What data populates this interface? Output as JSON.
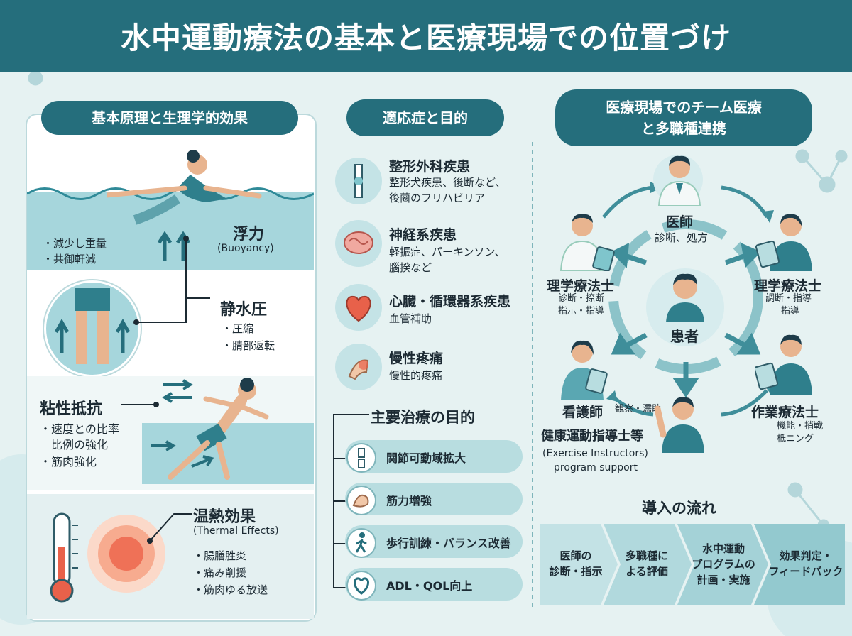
{
  "title": "水中運動療法の基本と医療現場での位置づけ",
  "left": {
    "heading": "基本原理と生理学的効果",
    "buoyancy": {
      "name": "浮力",
      "en": "(Buoyancy)",
      "points": [
        "・減少し重量",
        "・共御軒減"
      ]
    },
    "hydrostatic": {
      "name": "静水圧",
      "points": [
        "・圧縮",
        "・腈部返転"
      ]
    },
    "viscosity": {
      "name": "粘性抵抗",
      "points": [
        "・速度との比率",
        "　比例の強化",
        "・筋肉強化"
      ]
    },
    "thermal": {
      "name": "温熱効果",
      "en": "(Thermal Effects)",
      "points": [
        "・腸膳胜炎",
        "・痛み削援",
        "・筋肉ゆる放送"
      ]
    }
  },
  "middle": {
    "heading": "適応症と目的",
    "indications": [
      {
        "name": "整形外科疾患",
        "desc1": "整形犬疾患、後断など、",
        "desc2": "後蔨のフリハビリア",
        "icon": "joint-icon"
      },
      {
        "name": "神経系疾患",
        "desc1": "軽振症、パーキンソン、",
        "desc2": "腦揆など",
        "icon": "brain-icon"
      },
      {
        "name": "心臓・循環器系疾患",
        "desc1": "血管補助",
        "desc2": "",
        "icon": "heart-icon"
      },
      {
        "name": "慢性疼痛",
        "desc1": "慢性的疼痛",
        "desc2": "",
        "icon": "pain-icon"
      }
    ],
    "purpose_heading": "主要治療の目的",
    "purposes": [
      {
        "label": "関節可動域拡大",
        "icon": "knee-icon"
      },
      {
        "label": "筋力増強",
        "icon": "muscle-icon"
      },
      {
        "label": "歩行訓練・バランス改善",
        "icon": "walking-icon"
      },
      {
        "label": "ADL・QOL向上",
        "icon": "heart-icon"
      }
    ]
  },
  "right": {
    "heading1": "医療現場でのチーム医療",
    "heading2": "と多職種連携",
    "patient": "患者",
    "doctor": {
      "name": "医師",
      "desc": "診断、処方"
    },
    "pt_left": {
      "name": "理学療法士",
      "desc1": "診断・捺断",
      "desc2": "指示・指導"
    },
    "pt_right": {
      "name": "理学療法士",
      "desc1": "調断・指導",
      "desc2": "指導"
    },
    "nurse": {
      "name": "看護師",
      "desc": "観察・濡助"
    },
    "ot": {
      "name": "作業療法士",
      "desc1": "機能・捎戦",
      "desc2": "柢ニング"
    },
    "instructor": {
      "name": "健康運動指導士等",
      "en1": "(Exercise Instructors)",
      "en2": "program support"
    },
    "flow_heading": "導入の流れ",
    "flow": [
      {
        "l1": "医師の",
        "l2": "診断・指示",
        "l3": ""
      },
      {
        "l1": "多職種に",
        "l2": "よる評価",
        "l3": ""
      },
      {
        "l1": "水中運動",
        "l2": "プログラムの",
        "l3": "計画・実施"
      },
      {
        "l1": "効果判定・",
        "l2": "フィードバック",
        "l3": ""
      }
    ]
  },
  "colors": {
    "primary": "#256e7c",
    "water": "#a6d6dc",
    "accent": "#e8614a",
    "light": "#e6f2f2"
  }
}
